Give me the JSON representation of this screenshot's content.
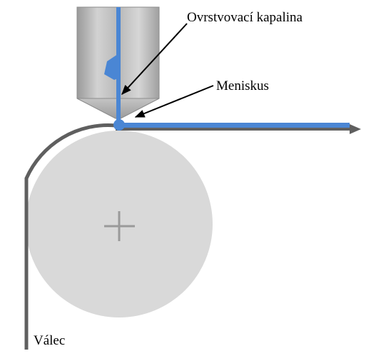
{
  "labels": {
    "coating_fluid": "Ovrstvovací kapalina",
    "meniscus": "Meniskus",
    "roller": "Válec"
  },
  "colors": {
    "coating_fluid": "#4a86d4",
    "substrate": "#5f5f5f",
    "roller": "#d9d9d9",
    "die_body": "#bcbcbc",
    "roller_center_mark": "#9a9a9a"
  },
  "icons": {
    "roller_center": "plus-mark"
  }
}
